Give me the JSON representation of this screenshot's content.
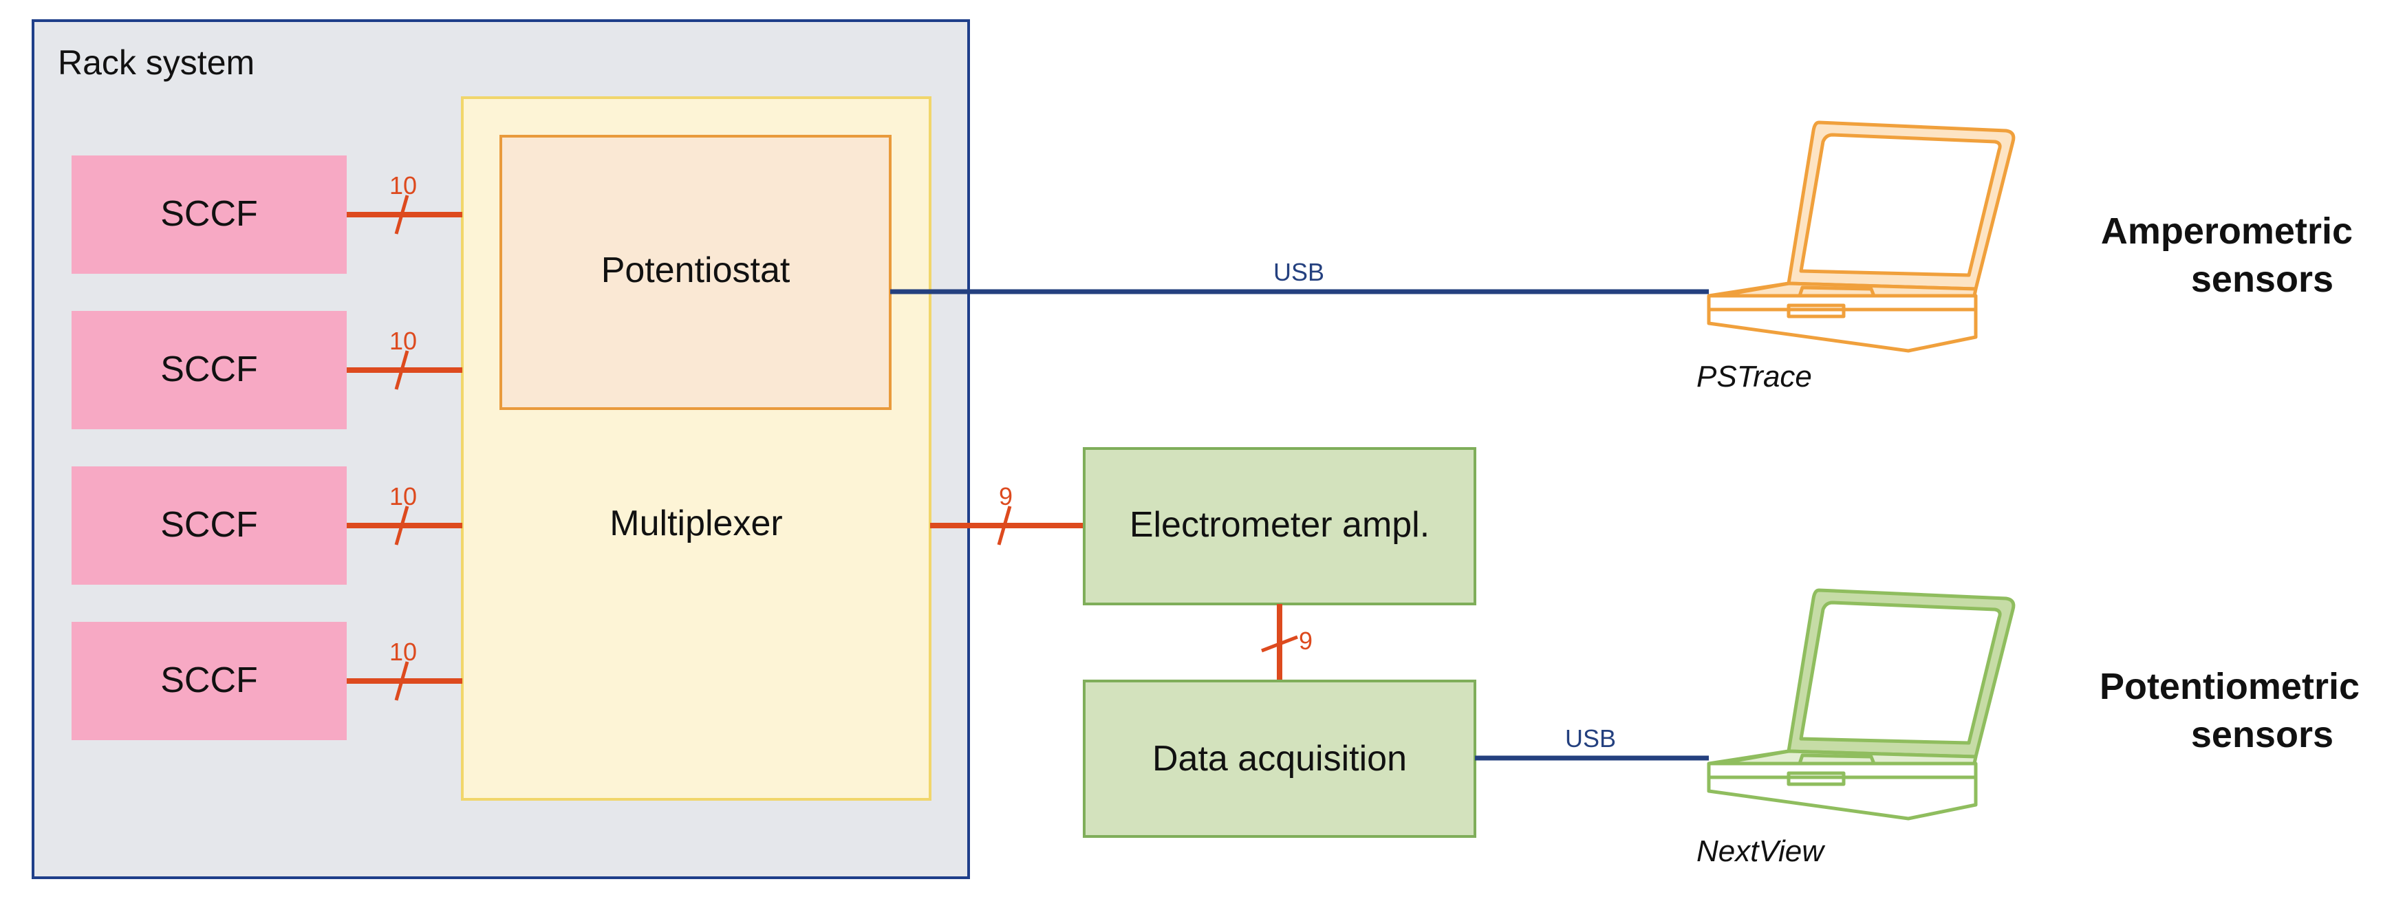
{
  "rack": {
    "title": "Rack system"
  },
  "sccf": [
    {
      "label": "SCCF",
      "bus": "10"
    },
    {
      "label": "SCCF",
      "bus": "10"
    },
    {
      "label": "SCCF",
      "bus": "10"
    },
    {
      "label": "SCCF",
      "bus": "10"
    }
  ],
  "potentiostat": {
    "label": "Potentiostat"
  },
  "multiplexer": {
    "label": "Multiplexer",
    "bus_out": "9"
  },
  "electrometer": {
    "label": "Electrometer ampl.",
    "bus_out": "9"
  },
  "daq": {
    "label": "Data acquisition"
  },
  "links": {
    "usb_top": "USB",
    "usb_bottom": "USB"
  },
  "software": {
    "top": "PSTrace",
    "bottom": "NextView"
  },
  "sensors": {
    "amperometric_line1": "Amperometric",
    "amperometric_line2": "sensors",
    "potentiometric_line1": "Potentiometric",
    "potentiometric_line2": "sensors"
  },
  "colors": {
    "rack_bg": "#e5e7eb",
    "rack_border": "#1f3f8a",
    "sccf_fill": "#f7a9c4",
    "mux_fill": "#fdf4d6",
    "mux_border": "#f1d66b",
    "pot_fill": "#fae8d4",
    "pot_border": "#e99a3c",
    "green_fill": "#d3e2bd",
    "green_border": "#7fae5a",
    "bus_red": "#dd4a1e",
    "usb_blue": "#24407f",
    "laptop_orange": "#f0a03c",
    "laptop_green": "#8fbd5e"
  }
}
